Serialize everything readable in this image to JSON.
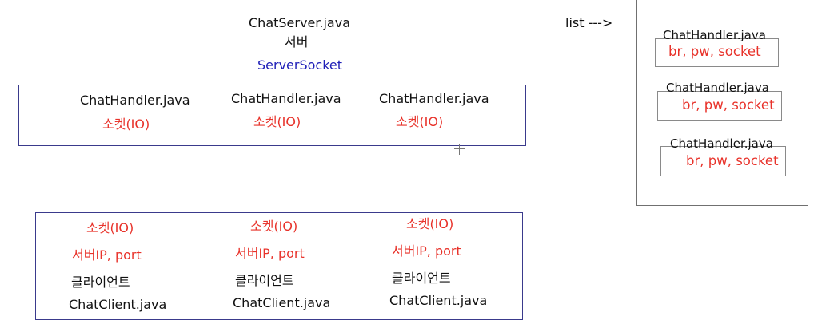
{
  "server": {
    "file": "ChatServer.java",
    "label": "서버",
    "socket": "ServerSocket"
  },
  "handlers": [
    {
      "file": "ChatHandler.java",
      "io": "소켓(IO)"
    },
    {
      "file": "ChatHandler.java",
      "io": "소켓(IO)"
    },
    {
      "file": "ChatHandler.java",
      "io": "소켓(IO)"
    }
  ],
  "clients": [
    {
      "io": "소켓(IO)",
      "addr": "서버IP, port",
      "label": "클라이언트",
      "file": "ChatClient.java"
    },
    {
      "io": "소켓(IO)",
      "addr": "서버IP, port",
      "label": "클라이언트",
      "file": "ChatClient.java"
    },
    {
      "io": "소켓(IO)",
      "addr": "서버IP, port",
      "label": "클라이언트",
      "file": "ChatClient.java"
    }
  ],
  "list": {
    "label": "list --->",
    "items": [
      {
        "file": "ChatHandler.java",
        "fields": "br, pw, socket"
      },
      {
        "file": "ChatHandler.java",
        "fields": "br, pw, socket"
      },
      {
        "file": "ChatHandler.java",
        "fields": "br, pw, socket"
      }
    ]
  },
  "colors": {
    "red": "#e8322a",
    "blue": "#2020b8",
    "text": "#111111",
    "box_border": "#3a3a8c"
  }
}
